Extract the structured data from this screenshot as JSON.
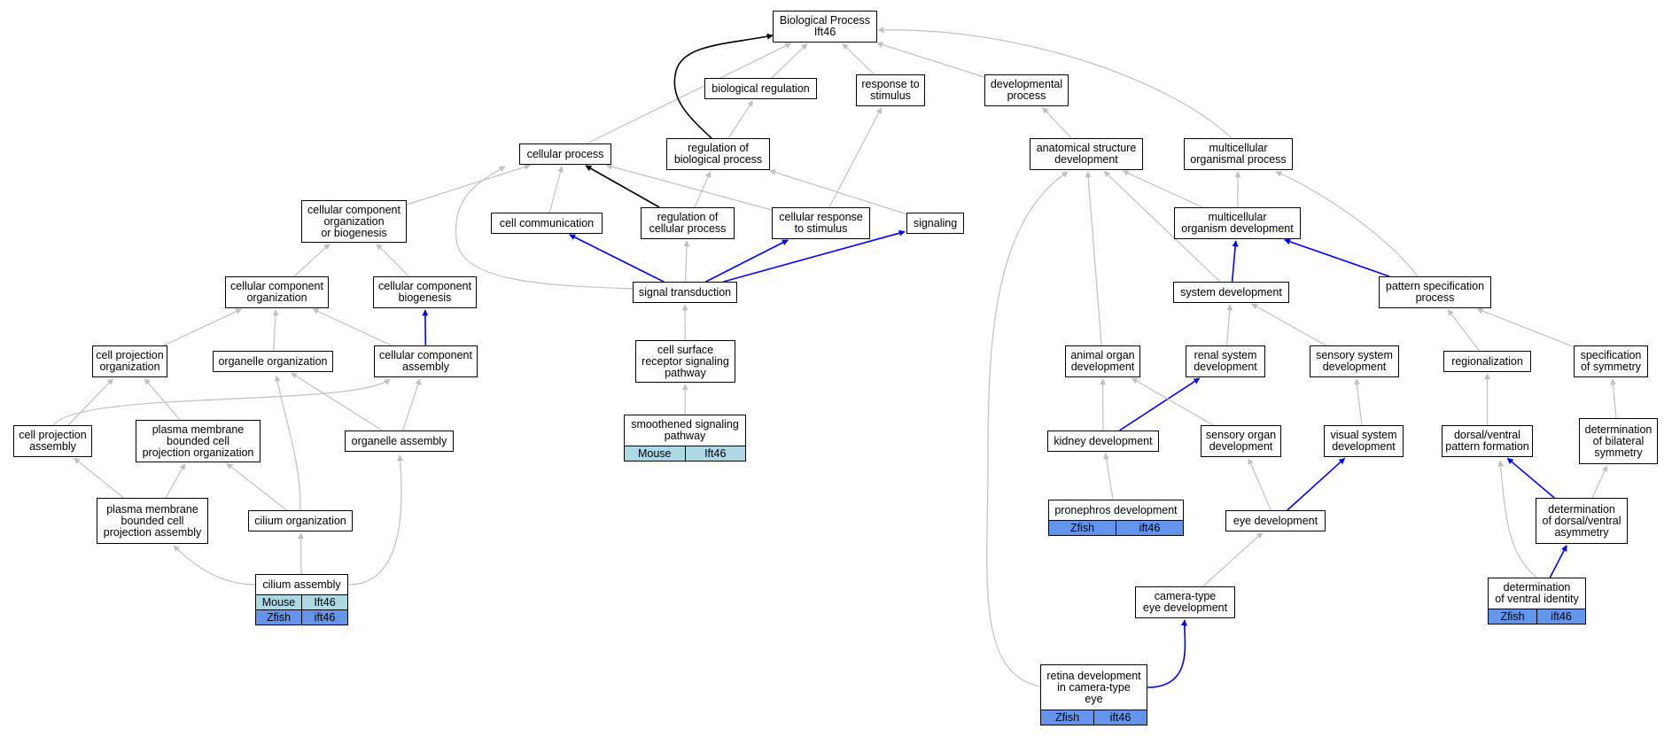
{
  "colors": {
    "is_a_edge": "#c0c0c0",
    "part_of_edge": "#0000ff",
    "regulates_edge": "#000000",
    "mouse_cell": "#add8e6",
    "zfish_cell": "#6495ed"
  },
  "nodes": {
    "root": "Biological Process\nIft46",
    "biological_regulation": "biological regulation",
    "response_to_stimulus": "response to\nstimulus",
    "developmental_process": "developmental\nprocess",
    "cellular_process": "cellular process",
    "regulation_of_biological_process": "regulation of\nbiological process",
    "anatomical_structure_development": "anatomical structure\ndevelopment",
    "multicellular_organismal_process": "multicellular\norganismal process",
    "ccob": "cellular component\norganization\nor biogenesis",
    "cell_communication": "cell communication",
    "regulation_of_cellular_process": "regulation of\ncellular process",
    "cellular_response_to_stimulus": "cellular response\nto stimulus",
    "signaling": "signaling",
    "multicellular_organism_development": "multicellular\norganism development",
    "cellular_component_organization": "cellular component\norganization",
    "cellular_component_biogenesis": "cellular component\nbiogenesis",
    "signal_transduction": "signal transduction",
    "system_development": "system development",
    "pattern_specification_process": "pattern specification\nprocess",
    "cell_projection_organization": "cell projection\norganization",
    "organelle_organization": "organelle organization",
    "cellular_component_assembly": "cellular component\nassembly",
    "cell_surface_receptor_signaling_pathway": "cell surface\nreceptor signaling\npathway",
    "animal_organ_development": "animal organ\ndevelopment",
    "renal_system_development": "renal system\ndevelopment",
    "sensory_system_development": "sensory system\ndevelopment",
    "regionalization": "regionalization",
    "specification_of_symmetry": "specification\nof symmetry",
    "cell_projection_assembly": "cell projection\nassembly",
    "pmbcpo": "plasma membrane\nbounded cell\nprojection organization",
    "organelle_assembly": "organelle assembly",
    "smoothened_signaling_pathway": "smoothened signaling\npathway",
    "kidney_development": "kidney development",
    "sensory_organ_development": "sensory organ\ndevelopment",
    "visual_system_development": "visual system\ndevelopment",
    "dorsal_ventral_pattern_formation": "dorsal/ventral\npattern formation",
    "determination_of_bilateral_symmetry": "determination\nof bilateral\nsymmetry",
    "pmbcpa": "plasma membrane\nbounded cell\nprojection assembly",
    "cilium_organization": "cilium organization",
    "pronephros_development": "pronephros development",
    "eye_development": "eye development",
    "determination_of_dv_asymmetry": "determination\nof dorsal/ventral\nasymmetry",
    "cilium_assembly": "cilium assembly",
    "camera_type_eye_development": "camera-type\neye development",
    "determination_of_ventral_identity": "determination\nof ventral identity",
    "retina_development": "retina development\nin camera-type\neye"
  },
  "annotations": {
    "smoothened_signaling_pathway": [
      [
        "Mouse",
        "Ift46",
        "mouse"
      ]
    ],
    "cilium_assembly": [
      [
        "Mouse",
        "Ift46",
        "mouse"
      ],
      [
        "Zfish",
        "ift46",
        "zfish"
      ]
    ],
    "pronephros_development": [
      [
        "Zfish",
        "ift46",
        "zfish"
      ]
    ],
    "determination_of_ventral_identity": [
      [
        "Zfish",
        "ift46",
        "zfish"
      ]
    ],
    "retina_development": [
      [
        "Zfish",
        "ift46",
        "zfish"
      ]
    ]
  },
  "edges": [
    [
      "biological_regulation",
      "root",
      "is_a"
    ],
    [
      "response_to_stimulus",
      "root",
      "is_a"
    ],
    [
      "developmental_process",
      "root",
      "is_a"
    ],
    [
      "cellular_process",
      "root",
      "is_a"
    ],
    [
      "multicellular_organismal_process",
      "root",
      "is_a"
    ],
    [
      "regulation_of_biological_process",
      "root",
      "regulates"
    ],
    [
      "regulation_of_biological_process",
      "biological_regulation",
      "is_a"
    ],
    [
      "anatomical_structure_development",
      "developmental_process",
      "is_a"
    ],
    [
      "ccob",
      "cellular_process",
      "is_a"
    ],
    [
      "cell_communication",
      "cellular_process",
      "is_a"
    ],
    [
      "regulation_of_cellular_process",
      "cellular_process",
      "regulates"
    ],
    [
      "regulation_of_cellular_process",
      "regulation_of_biological_process",
      "is_a"
    ],
    [
      "cellular_response_to_stimulus",
      "cellular_process",
      "is_a"
    ],
    [
      "cellular_response_to_stimulus",
      "response_to_stimulus",
      "is_a"
    ],
    [
      "signaling",
      "regulation_of_biological_process",
      "is_a"
    ],
    [
      "multicellular_organism_development",
      "anatomical_structure_development",
      "is_a"
    ],
    [
      "multicellular_organism_development",
      "multicellular_organismal_process",
      "is_a"
    ],
    [
      "cellular_component_organization",
      "ccob",
      "is_a"
    ],
    [
      "cellular_component_biogenesis",
      "ccob",
      "is_a"
    ],
    [
      "signal_transduction",
      "cell_communication",
      "part_of"
    ],
    [
      "signal_transduction",
      "regulation_of_cellular_process",
      "is_a"
    ],
    [
      "signal_transduction",
      "cellular_response_to_stimulus",
      "part_of"
    ],
    [
      "signal_transduction",
      "signaling",
      "part_of"
    ],
    [
      "signal_transduction",
      "cellular_process",
      "is_a"
    ],
    [
      "system_development",
      "multicellular_organism_development",
      "part_of"
    ],
    [
      "system_development",
      "anatomical_structure_development",
      "is_a"
    ],
    [
      "pattern_specification_process",
      "multicellular_organism_development",
      "part_of"
    ],
    [
      "pattern_specification_process",
      "multicellular_organismal_process",
      "is_a"
    ],
    [
      "cell_projection_organization",
      "cellular_component_organization",
      "is_a"
    ],
    [
      "organelle_organization",
      "cellular_component_organization",
      "is_a"
    ],
    [
      "cellular_component_assembly",
      "cellular_component_organization",
      "is_a"
    ],
    [
      "cellular_component_assembly",
      "cellular_component_biogenesis",
      "part_of"
    ],
    [
      "cell_surface_receptor_signaling_pathway",
      "signal_transduction",
      "is_a"
    ],
    [
      "animal_organ_development",
      "anatomical_structure_development",
      "is_a"
    ],
    [
      "renal_system_development",
      "system_development",
      "is_a"
    ],
    [
      "sensory_system_development",
      "system_development",
      "is_a"
    ],
    [
      "regionalization",
      "pattern_specification_process",
      "is_a"
    ],
    [
      "specification_of_symmetry",
      "pattern_specification_process",
      "is_a"
    ],
    [
      "cell_projection_assembly",
      "cell_projection_organization",
      "is_a"
    ],
    [
      "cell_projection_assembly",
      "cellular_component_assembly",
      "is_a"
    ],
    [
      "pmbcpo",
      "cell_projection_organization",
      "is_a"
    ],
    [
      "organelle_assembly",
      "organelle_organization",
      "is_a"
    ],
    [
      "organelle_assembly",
      "cellular_component_assembly",
      "is_a"
    ],
    [
      "smoothened_signaling_pathway",
      "cell_surface_receptor_signaling_pathway",
      "is_a"
    ],
    [
      "kidney_development",
      "animal_organ_development",
      "is_a"
    ],
    [
      "kidney_development",
      "renal_system_development",
      "part_of"
    ],
    [
      "sensory_organ_development",
      "animal_organ_development",
      "is_a"
    ],
    [
      "visual_system_development",
      "sensory_system_development",
      "is_a"
    ],
    [
      "dorsal_ventral_pattern_formation",
      "regionalization",
      "is_a"
    ],
    [
      "determination_of_bilateral_symmetry",
      "specification_of_symmetry",
      "is_a"
    ],
    [
      "pmbcpa",
      "cell_projection_assembly",
      "is_a"
    ],
    [
      "pmbcpa",
      "pmbcpo",
      "is_a"
    ],
    [
      "cilium_organization",
      "pmbcpo",
      "is_a"
    ],
    [
      "cilium_organization",
      "organelle_organization",
      "is_a"
    ],
    [
      "pronephros_development",
      "kidney_development",
      "is_a"
    ],
    [
      "eye_development",
      "sensory_organ_development",
      "is_a"
    ],
    [
      "eye_development",
      "visual_system_development",
      "part_of"
    ],
    [
      "determination_of_dv_asymmetry",
      "dorsal_ventral_pattern_formation",
      "part_of"
    ],
    [
      "determination_of_dv_asymmetry",
      "determination_of_bilateral_symmetry",
      "is_a"
    ],
    [
      "cilium_assembly",
      "pmbcpa",
      "is_a"
    ],
    [
      "cilium_assembly",
      "cilium_organization",
      "is_a"
    ],
    [
      "cilium_assembly",
      "organelle_assembly",
      "is_a"
    ],
    [
      "camera_type_eye_development",
      "eye_development",
      "is_a"
    ],
    [
      "determination_of_ventral_identity",
      "determination_of_dv_asymmetry",
      "part_of"
    ],
    [
      "determination_of_ventral_identity",
      "dorsal_ventral_pattern_formation",
      "is_a"
    ],
    [
      "retina_development",
      "camera_type_eye_development",
      "part_of"
    ],
    [
      "retina_development",
      "anatomical_structure_development",
      "is_a"
    ]
  ]
}
